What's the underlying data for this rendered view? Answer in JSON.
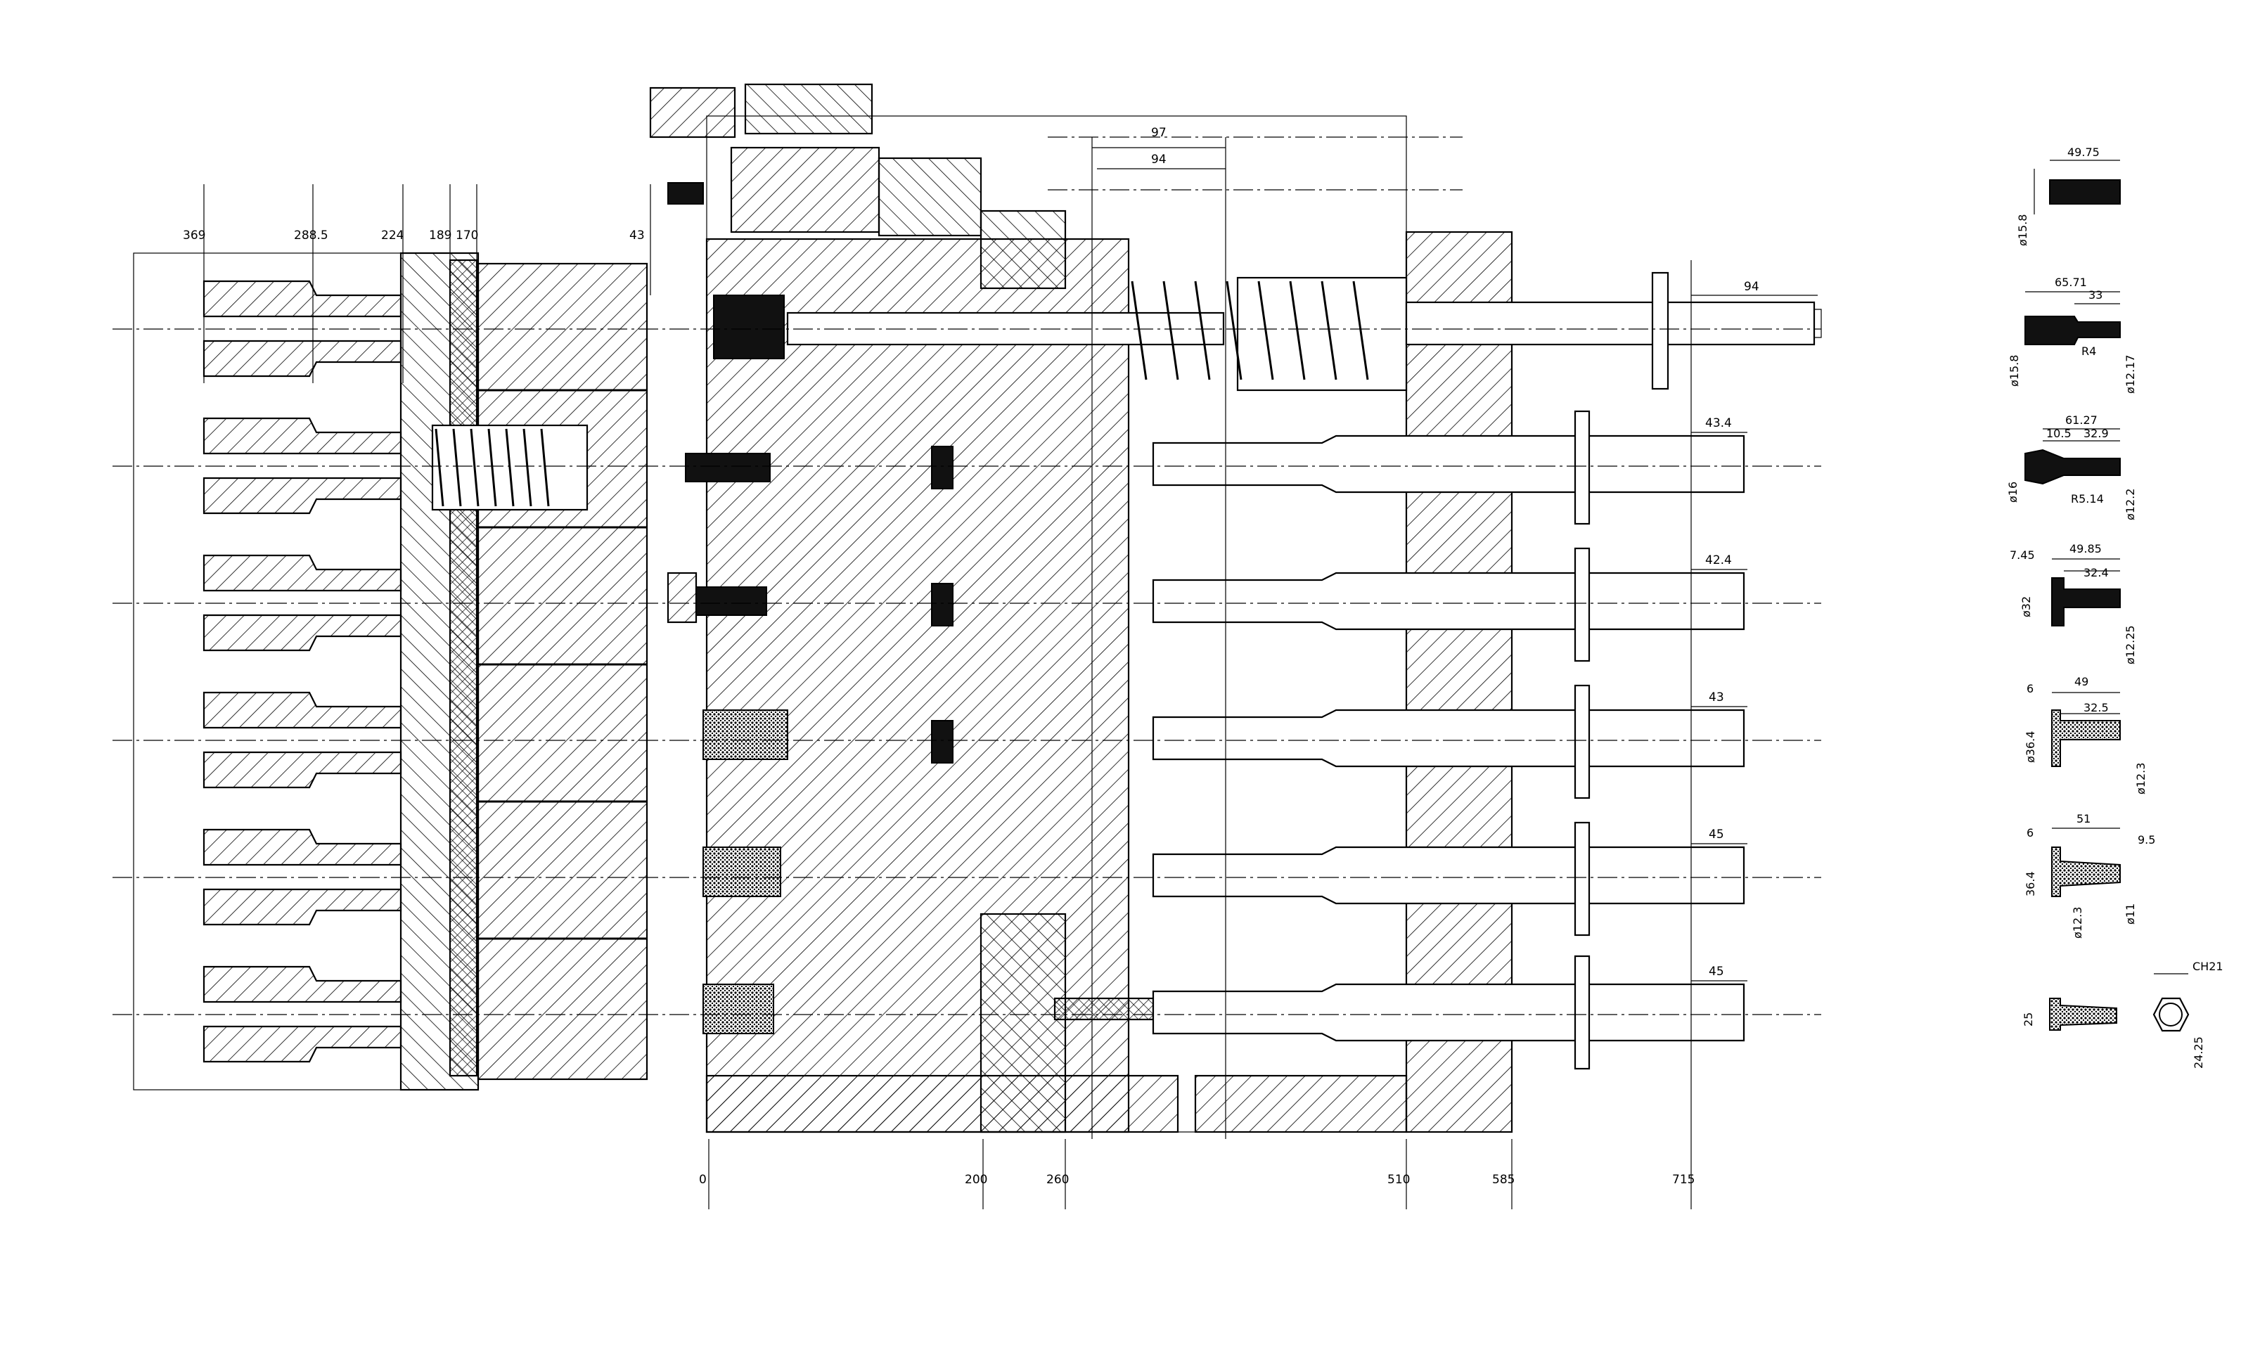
{
  "top_dimensions": [
    "369",
    "288.5",
    "224",
    "189",
    "170",
    "43"
  ],
  "bottom_dimensions": [
    "0",
    "200",
    "260",
    "510",
    "585",
    "715"
  ],
  "upper_dims": {
    "d97": "97",
    "d94a": "94",
    "d94b": "94"
  },
  "station_dims": [
    "43.4",
    "42.4",
    "43",
    "45",
    "45"
  ],
  "profiles": [
    {
      "dims": [
        "49.75",
        "ø15.8"
      ]
    },
    {
      "dims": [
        "65.71",
        "33",
        "ø15.8",
        "R4",
        "ø12.17"
      ]
    },
    {
      "dims": [
        "61.27",
        "10.5",
        "32.9",
        "ø16",
        "R5.14",
        "ø12.2"
      ]
    },
    {
      "dims": [
        "7.45",
        "49.85",
        "32.4",
        "ø32",
        "ø12.25"
      ]
    },
    {
      "dims": [
        "6",
        "49",
        "32.5",
        "ø36.4",
        "ø12.3"
      ]
    },
    {
      "dims": [
        "6",
        "51",
        "9.5",
        "36.4",
        "ø12.3",
        "ø11"
      ]
    },
    {
      "dims": [
        "25",
        "CH21",
        "24.25"
      ]
    }
  ]
}
